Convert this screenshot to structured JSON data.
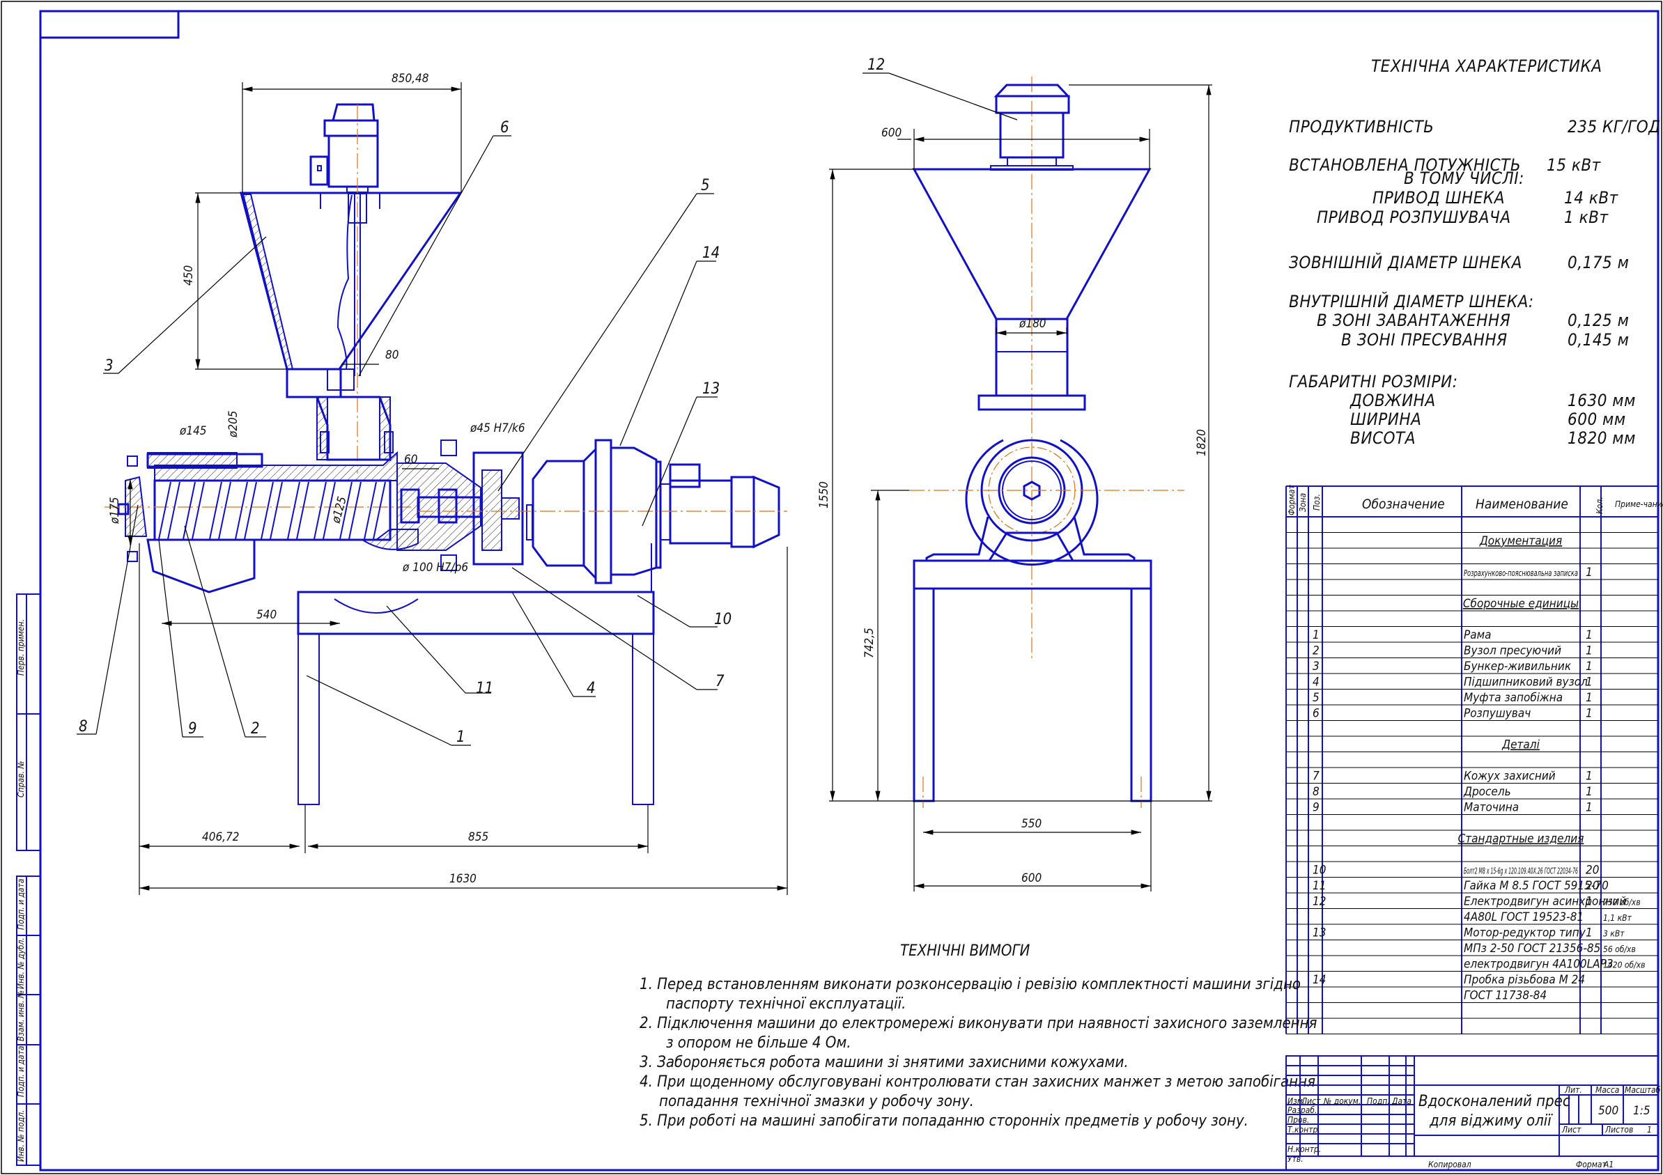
{
  "drawing": {
    "title_line1": "Вдосконалений прес",
    "title_line2": "для віджиму олії",
    "mass": "500",
    "scale": "1:5",
    "sheets_label": "Листов",
    "sheets": "1",
    "sheet_label": "Лист",
    "lit_label": "Лит.",
    "mass_label": "Масса",
    "scale_label": "Масштаб",
    "copied_label": "Копировал",
    "format_label": "Формат",
    "format": "A1"
  },
  "stamp_rows": [
    "Изм.",
    "Лист",
    "№ докум.",
    "Подп.",
    "Дата"
  ],
  "stamp_roles": [
    "Разраб.",
    "Пров.",
    "Т.контр.",
    "",
    "Н.контр.",
    "Утв."
  ],
  "side_stamp": [
    "Перв. примен.",
    "Справ. №",
    "Подп. и дата",
    "Инв. № дубл.",
    "Взам. инв. №",
    "Подп. и дата",
    "Инв. № подл."
  ],
  "tech_spec": {
    "title": "ТЕХНІЧНА ХАРАКТЕРИСТИКА",
    "rows": [
      {
        "label": "ПРОДУКТИВНІСТЬ",
        "value": "235 КГ/ГОД"
      },
      {
        "label": "ВСТАНОВЛЕНА ПОТУЖНІСТЬ",
        "value": "15 кВт"
      },
      {
        "label": "В ТОМУ ЧИСЛІ:",
        "value": ""
      },
      {
        "label": "ПРИВОД ШНЕКА",
        "value": "14 кВт"
      },
      {
        "label": "ПРИВОД РОЗПУШУВАЧА",
        "value": "1 кВт"
      },
      {
        "label": "ЗОВНІШНІЙ ДІАМЕТР ШНЕКА",
        "value": "0,175 м"
      },
      {
        "label": "ВНУТРІШНІЙ ДІАМЕТР ШНЕКА:",
        "value": ""
      },
      {
        "label": "В ЗОНІ ЗАВАНТАЖЕННЯ",
        "value": "0,125 м"
      },
      {
        "label": "В ЗОНІ ПРЕСУВАННЯ",
        "value": "0,145 м"
      },
      {
        "label": "ГАБАРИТНІ РОЗМІРИ:",
        "value": ""
      },
      {
        "label": "ДОВЖИНА",
        "value": "1630 мм"
      },
      {
        "label": "ШИРИНА",
        "value": "600 мм"
      },
      {
        "label": "ВИСОТА",
        "value": "1820 мм"
      }
    ]
  },
  "bom": {
    "headers": {
      "format": "Формат",
      "zone": "Зона",
      "pos": "Поз.",
      "designation": "Обозначение",
      "name": "Наименование",
      "qty": "Кол.",
      "note": "Приме-чание"
    },
    "rows": [
      {
        "pos": "",
        "name": "",
        "qty": "",
        "note": "",
        "section": false
      },
      {
        "pos": "",
        "name": "Документация",
        "qty": "",
        "note": "",
        "section": true
      },
      {
        "pos": "",
        "name": "",
        "qty": "",
        "note": "",
        "section": false
      },
      {
        "pos": "",
        "name": "Розрахунково-пояснювальна записка",
        "qty": "1",
        "note": "",
        "section": false,
        "small": true
      },
      {
        "pos": "",
        "name": "",
        "qty": "",
        "note": "",
        "section": false
      },
      {
        "pos": "",
        "name": "Сборочные единицы",
        "qty": "",
        "note": "",
        "section": true
      },
      {
        "pos": "",
        "name": "",
        "qty": "",
        "note": "",
        "section": false
      },
      {
        "pos": "1",
        "name": "Рама",
        "qty": "1",
        "note": "",
        "section": false
      },
      {
        "pos": "2",
        "name": "Вузол пресуючий",
        "qty": "1",
        "note": "",
        "section": false
      },
      {
        "pos": "3",
        "name": "Бункер-живильник",
        "qty": "1",
        "note": "",
        "section": false
      },
      {
        "pos": "4",
        "name": "Підшипниковий вузол",
        "qty": "1",
        "note": "",
        "section": false
      },
      {
        "pos": "5",
        "name": "Муфта запобіжна",
        "qty": "1",
        "note": "",
        "section": false
      },
      {
        "pos": "6",
        "name": "Розпушувач",
        "qty": "1",
        "note": "",
        "section": false
      },
      {
        "pos": "",
        "name": "",
        "qty": "",
        "note": "",
        "section": false
      },
      {
        "pos": "",
        "name": "Деталі",
        "qty": "",
        "note": "",
        "section": true
      },
      {
        "pos": "",
        "name": "",
        "qty": "",
        "note": "",
        "section": false
      },
      {
        "pos": "7",
        "name": "Кожух захисний",
        "qty": "1",
        "note": "",
        "section": false
      },
      {
        "pos": "8",
        "name": "Дросель",
        "qty": "1",
        "note": "",
        "section": false
      },
      {
        "pos": "9",
        "name": "Маточина",
        "qty": "1",
        "note": "",
        "section": false
      },
      {
        "pos": "",
        "name": "",
        "qty": "",
        "note": "",
        "section": false
      },
      {
        "pos": "",
        "name": "Стандартные изделия",
        "qty": "",
        "note": "",
        "section": true
      },
      {
        "pos": "",
        "name": "",
        "qty": "",
        "note": "",
        "section": false
      },
      {
        "pos": "10",
        "name": "Болт2 М8 х 15-6g х 120.109.40Х.26 ГОСТ 22034-76",
        "qty": "20",
        "note": "",
        "section": false,
        "small": true
      },
      {
        "pos": "11",
        "name": "Гайка М 8.5 ГОСТ 5915-70",
        "qty": "20",
        "note": "",
        "section": false
      },
      {
        "pos": "12",
        "name": "Електродвигун асинхронний",
        "qty": "1",
        "note": "750 об/хв",
        "section": false
      },
      {
        "pos": "",
        "name": "4А80L ГОСТ 19523-81",
        "qty": "",
        "note": "1,1 кВт",
        "section": false
      },
      {
        "pos": "13",
        "name": "Мотор-редуктор типу",
        "qty": "1",
        "note": "3 кВт",
        "section": false
      },
      {
        "pos": "",
        "name": "МПз 2-50 ГОСТ 21356-85",
        "qty": "",
        "note": "56 об/хв",
        "section": false
      },
      {
        "pos": "",
        "name": "електродвигун 4А100LАР3",
        "qty": "",
        "note": "1420 об/хв",
        "section": false
      },
      {
        "pos": "14",
        "name": "Пробка різьбова М 24",
        "qty": "",
        "note": "",
        "section": false
      },
      {
        "pos": "",
        "name": "ГОСТ 11738-84",
        "qty": "",
        "note": "",
        "section": false
      },
      {
        "pos": "",
        "name": "",
        "qty": "",
        "note": "",
        "section": false
      },
      {
        "pos": "",
        "name": "",
        "qty": "",
        "note": "",
        "section": false
      }
    ]
  },
  "requirements": {
    "title": "ТЕХНІЧНІ ВИМОГИ",
    "lines": [
      "1. Перед встановленням виконати розконсервацію і ревізію комплектності машини згідно",
      "паспорту технічної експлуатації.",
      "2. Підключення машини до електромережі виконувати при наявності захисного заземлення",
      "з опором не більше 4 Ом.",
      "3. Забороняється робота машини зі знятими захисними кожухами.",
      "4. При щоденному обслуговувані контролювати стан захисних манжет з метою запобігання",
      "попадання технічної змазки у робочу зону.",
      "5. При роботі на машині запобігати попаданню сторонніх предметів у робочу зону."
    ]
  },
  "front_view": {
    "dims": {
      "hopper_width": "850,48",
      "hopper_height": "450",
      "shaft_80": "80",
      "d145": "ø145",
      "d205": "ø205",
      "d175": "ø175",
      "d125": "ø125",
      "d45": "ø45 H7/k6",
      "d100": "ø 100 H7/р6",
      "len60": "60",
      "len540": "540",
      "len406": "406,72",
      "len855": "855",
      "len1630": "1630"
    },
    "callouts": [
      "1",
      "2",
      "3",
      "4",
      "5",
      "6",
      "7",
      "8",
      "9",
      "10",
      "11",
      "13",
      "14"
    ]
  },
  "side_view": {
    "dims": {
      "top600": "600",
      "d180": "ø180",
      "h1820": "1820",
      "h1550": "1550",
      "h742": "742,5",
      "w550": "550",
      "w600": "600"
    },
    "callouts": [
      "12"
    ]
  }
}
